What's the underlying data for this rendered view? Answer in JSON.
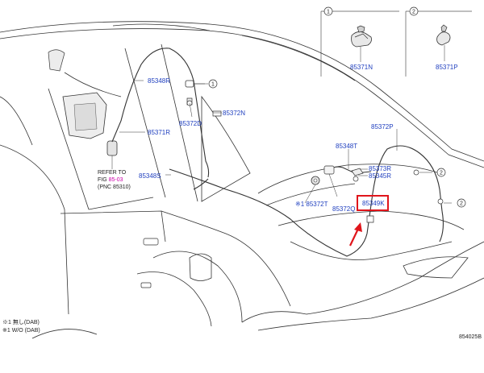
{
  "insets": [
    {
      "number": "1",
      "part": "85371N"
    },
    {
      "number": "2",
      "part": "85371P"
    }
  ],
  "labels": {
    "p85348R": "85348R",
    "p85372N": "85372N",
    "p85372D": "85372D",
    "p85371R": "85371R",
    "p85348S": "85348S",
    "p85372P": "85372P",
    "p85348T": "85348T",
    "p85373R": "85373R",
    "p85345R": "85345R",
    "p85372T": "※1 85372T",
    "p85372Q": "85372Q",
    "p85349K": "85349K"
  },
  "refer": {
    "line1": "REFER TO",
    "line2_prefix": "FIG ",
    "line2_fig": "85-03",
    "line3": "(PNC 85310)"
  },
  "callouts": {
    "one": "1",
    "two": "2"
  },
  "notes": {
    "note1": "※1 無し(DAB)",
    "note2": "※1 W/O (DAB)"
  },
  "diagram_id": "854025B",
  "colors": {
    "label_blue": "#1f3fbf",
    "highlight_red": "#e0151b",
    "reference_magenta": "#cc00aa",
    "line_dark": "#333333"
  }
}
